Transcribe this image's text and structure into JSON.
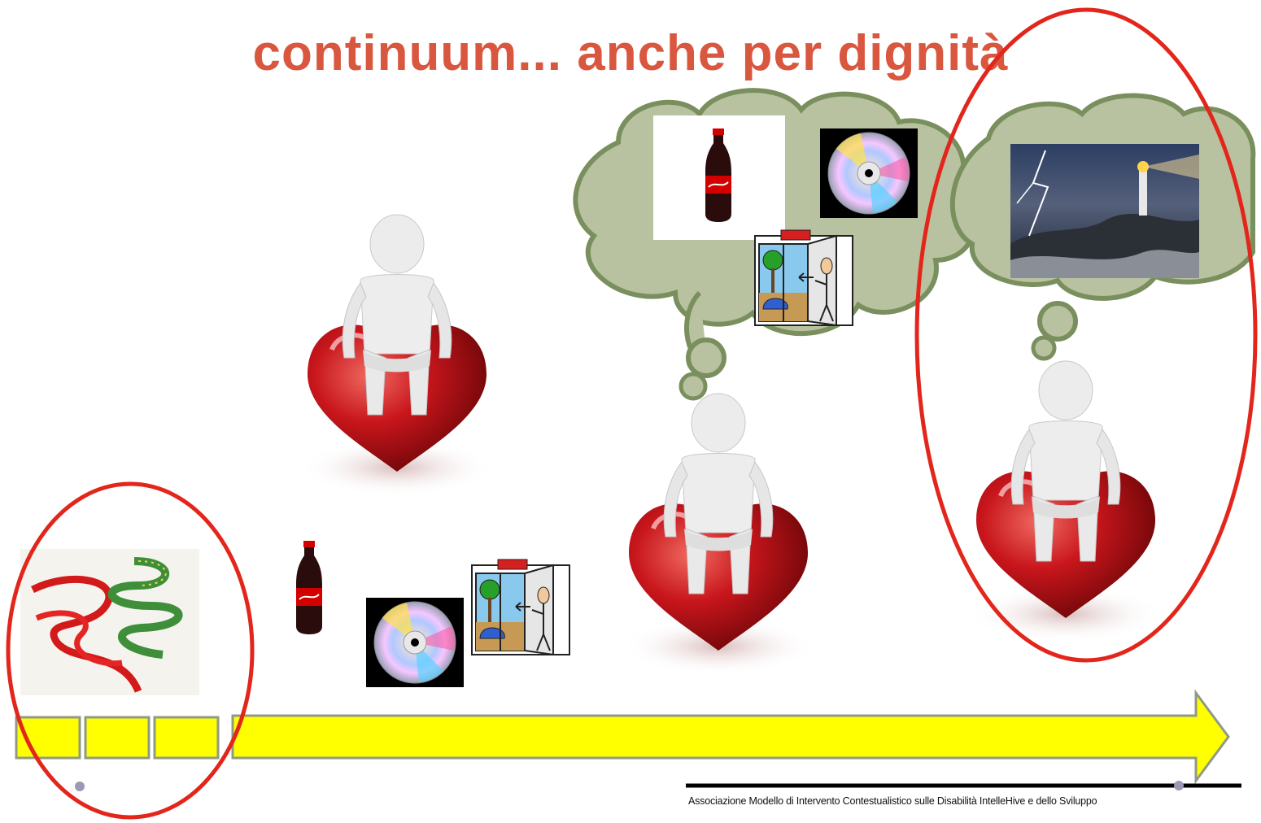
{
  "slide": {
    "title": "continuum... anche per dignità",
    "footer": "Associazione Modello di Intervento Contestualistico sulle Disabilità IntelleHive e dello Sviluppo"
  },
  "colors": {
    "title": "#d9573f",
    "arrow_fill": "#ffff00",
    "arrow_stroke": "#8f9a85",
    "cloud_fill": "#b9c2a0",
    "cloud_stroke": "#7a8f5e",
    "highlight_ellipse": "#e3261b",
    "heart": "#c8161c"
  },
  "icons": [
    "shoelaces-picture",
    "cola-bottle-icon",
    "cd-disc-icon",
    "door-exit-pictogram",
    "lighthouse-storm-picture",
    "person-on-heart-figure",
    "thought-cloud"
  ]
}
